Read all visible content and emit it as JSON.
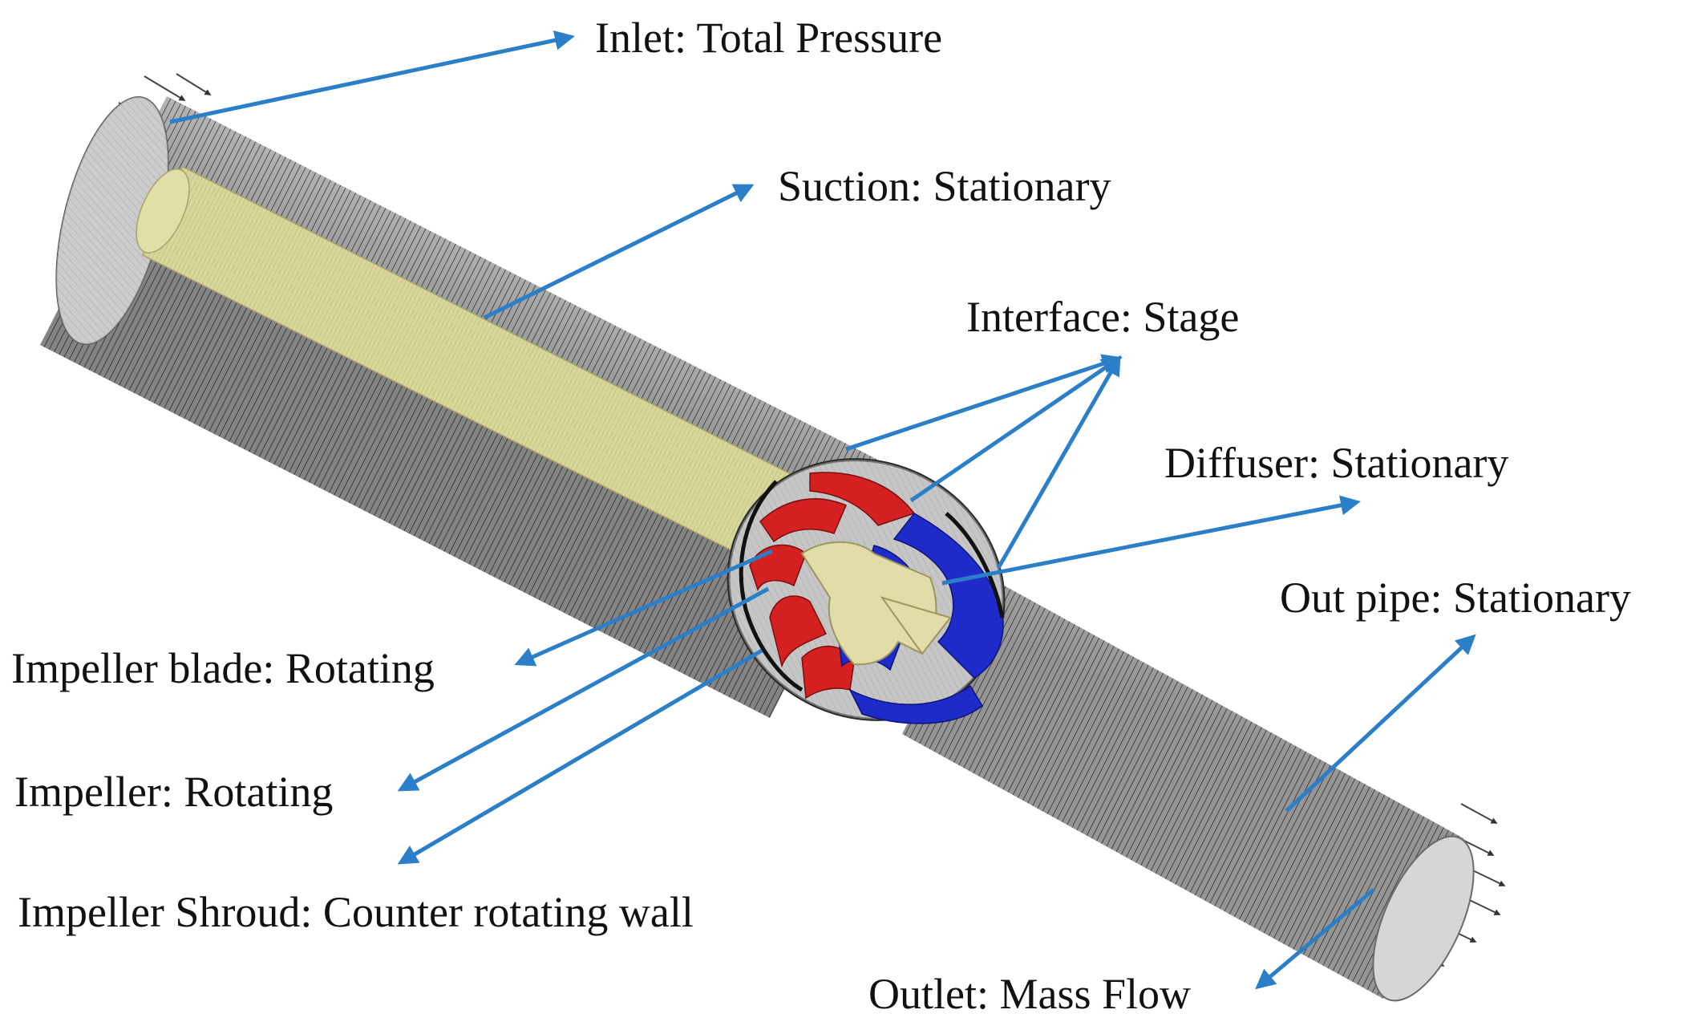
{
  "colors": {
    "arrow": "#2a7fc8",
    "mesh_line": "#3a3a3a",
    "pipe_fill": "#c4c4c4",
    "pipe_dark": "#5a5a5a",
    "shaft": "#d8d79a",
    "impeller": "#d42020",
    "diffuser": "#1f2bc9",
    "hub": "#e2dca8",
    "flow_arrow": "#333333"
  },
  "labels": {
    "inlet": "Inlet: Total Pressure",
    "suction": "Suction: Stationary",
    "interface": "Interface: Stage",
    "diffuser": "Diffuser: Stationary",
    "out_pipe": "Out pipe: Stationary",
    "impeller_blade": "Impeller blade: Rotating",
    "impeller": "Impeller: Rotating",
    "impeller_shroud": "Impeller Shroud: Counter rotating wall",
    "outlet": "Outlet: Mass Flow"
  }
}
